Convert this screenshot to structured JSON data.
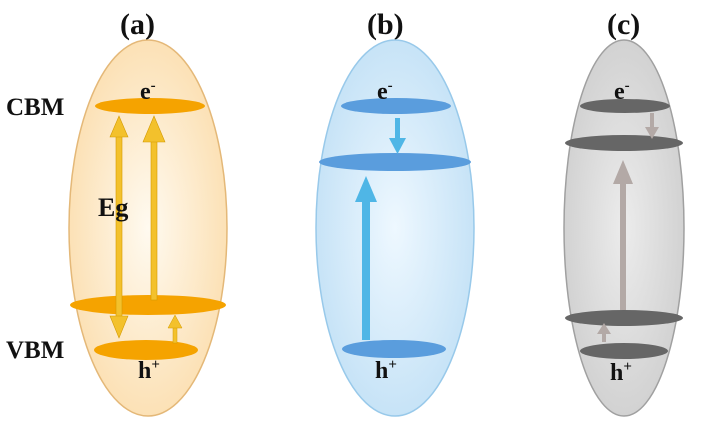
{
  "panels": [
    {
      "id": "a",
      "title": "(a)",
      "electron": "e",
      "electron_sup": "-",
      "hole": "h",
      "hole_sup": "+",
      "gap_label": "Eg",
      "fill": "#fde3b8",
      "stroke": "#e4b878",
      "band": "#f5a300",
      "arrow": "#f3c12c"
    },
    {
      "id": "b",
      "title": "(b)",
      "electron": "e",
      "electron_sup": "-",
      "hole": "h",
      "hole_sup": "+",
      "fill": "#cfe8f8",
      "stroke": "#98c9ea",
      "band": "#5a9ddd",
      "arrow": "#4fb6e6"
    },
    {
      "id": "c",
      "title": "(c)",
      "electron": "e",
      "electron_sup": "-",
      "hole": "h",
      "hole_sup": "+",
      "fill": "#dcdcdc",
      "stroke": "#a0a0a0",
      "band": "#666666",
      "arrow": "#b3a9a6"
    }
  ],
  "side_labels": {
    "cbm": "CBM",
    "vbm": "VBM"
  }
}
